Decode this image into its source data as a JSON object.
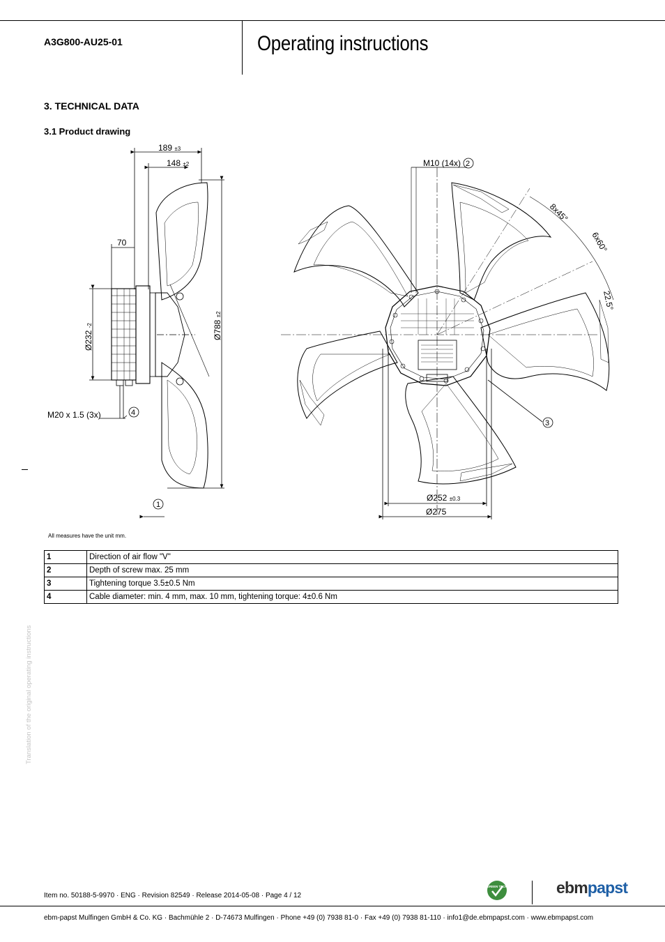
{
  "header": {
    "model": "A3G800-AU25-01",
    "title": "Operating instructions"
  },
  "section": {
    "heading": "3. TECHNICAL DATA",
    "subheading": "3.1 Product drawing"
  },
  "drawing": {
    "dim_189": "189",
    "tol_189": "±3",
    "dim_148": "148",
    "tol_148": "±2",
    "dim_70": "70",
    "dim_232": "Ø232",
    "tol_232": "-2",
    "dim_788": "Ø788",
    "tol_788": "±2",
    "cable_gland": "M20 x 1.5 (3x)",
    "screw_label": "M10 (14x)",
    "angle_8x45": "8x45°",
    "angle_6x60": "6x60°",
    "angle_225": "22.5°",
    "dim_252": "Ø252",
    "tol_252": "±0.3",
    "dim_275": "Ø275",
    "callout_1": "1",
    "callout_2": "2",
    "callout_3": "3",
    "callout_4": "4"
  },
  "units_note": "All measures have the unit mm.",
  "legend": [
    {
      "num": "1",
      "text": "Direction of air flow \"V\""
    },
    {
      "num": "2",
      "text": "Depth of screw max. 25 mm"
    },
    {
      "num": "3",
      "text": "Tightening torque 3.5±0.5 Nm"
    },
    {
      "num": "4",
      "text": "Cable diameter: min. 4 mm, max. 10 mm, tightening torque: 4±0.6 Nm"
    }
  ],
  "side_note": "Translation of the original operating instructions",
  "footer": {
    "item_info": "Item no. 50188-5-9970 · ENG · Revision 82549 · Release 2014-05-08 · Page 4 / 12",
    "address": "ebm-papst Mulfingen GmbH & Co. KG · Bachmühle 2 · D-74673 Mulfingen · Phone +49 (0) 7938 81-0 · Fax +49 (0) 7938 81-110 · info1@de.ebmpapst.com · www.ebmpapst.com",
    "badge_text": "GREEN TECH",
    "logo_part1": "ebm",
    "logo_part2": "papst"
  }
}
